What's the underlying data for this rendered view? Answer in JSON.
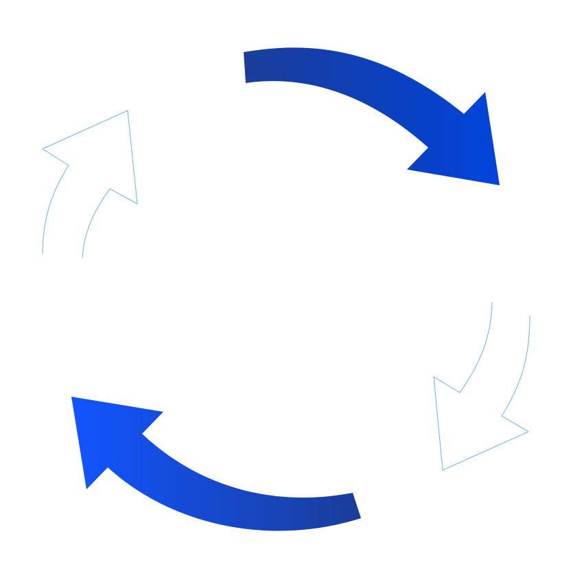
{
  "diagram": {
    "type": "cycle",
    "arrows": [
      {
        "id": "top-right",
        "style": "filled",
        "colors": [
          "#1a3d99",
          "#0044dd"
        ],
        "direction": "clockwise"
      },
      {
        "id": "right",
        "style": "outline",
        "colors": [
          "#6ab0e8"
        ],
        "direction": "clockwise"
      },
      {
        "id": "bottom-left",
        "style": "filled",
        "colors": [
          "#1a3d99",
          "#1155ff"
        ],
        "direction": "clockwise"
      },
      {
        "id": "left",
        "style": "outline",
        "colors": [
          "#6ab0e8"
        ],
        "direction": "clockwise"
      }
    ]
  }
}
